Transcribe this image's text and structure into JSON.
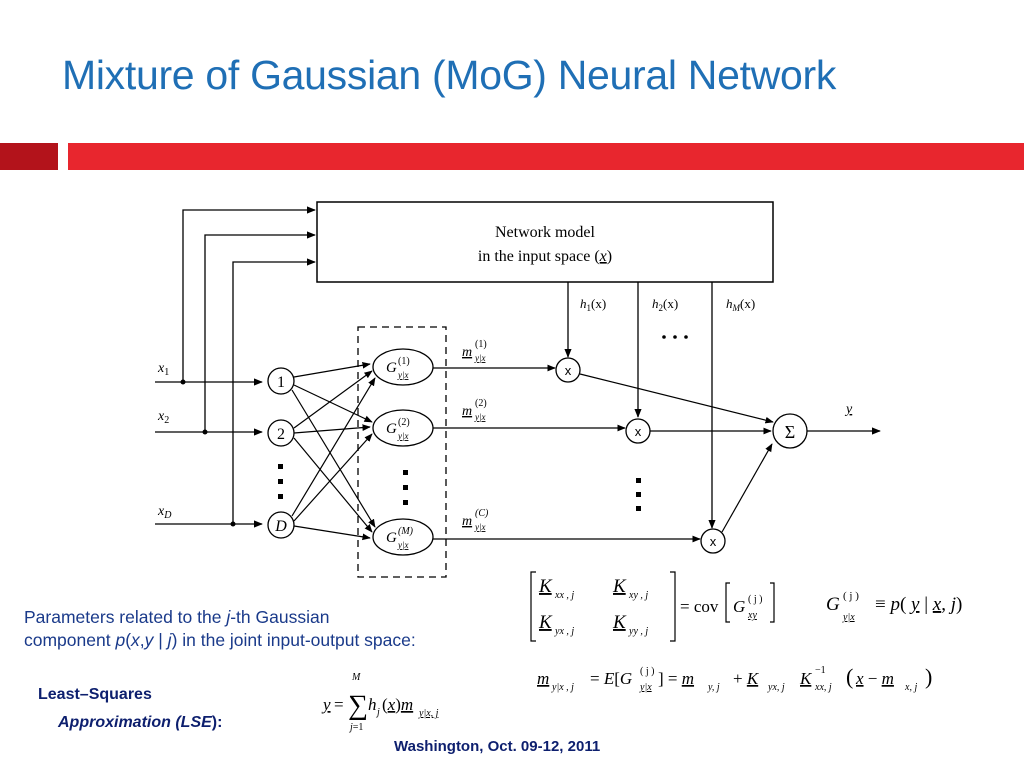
{
  "title": "Mixture of Gaussian (MoG) Neural Network",
  "diagram": {
    "network_model_line1": "Network model",
    "network_model_line2": "in the input space (",
    "network_model_x": "x",
    "network_model_close": ")",
    "h1": "h",
    "h1_sub": "1",
    "h2_sub": "2",
    "hM_sub": "M",
    "hx": "(x)",
    "inputs": [
      {
        "label": "x",
        "sub": "1"
      },
      {
        "label": "x",
        "sub": "2"
      },
      {
        "label": "x",
        "sub": "D"
      }
    ],
    "nodes": [
      "1",
      "2",
      "D"
    ],
    "gaussians": [
      {
        "sup": "(1)"
      },
      {
        "sup": "(2)"
      },
      {
        "sup": "(M)"
      }
    ],
    "means": [
      {
        "sup": "(1)"
      },
      {
        "sup": "(2)"
      },
      {
        "sup": "(C)"
      }
    ],
    "multiply": "x",
    "sum": "Σ",
    "output": "y"
  },
  "params_text_1a": "Parameters related to the ",
  "params_text_1b": "j",
  "params_text_1c": "-th Gaussian",
  "params_text_2a": "component ",
  "params_text_2b": "p",
  "params_text_2c": "(",
  "params_text_2d": "x",
  "params_text_2e": ",",
  "params_text_2f": "y",
  "params_text_2g": " | ",
  "params_text_2h": "j",
  "params_text_2i": ") in the joint input-output space:",
  "lse_line1": "Least–Squares",
  "lse_line2a": "Approximation (",
  "lse_line2b": "LSE",
  "lse_line2c": "):",
  "footer": "Washington, Oct. 09-12, 2011",
  "colors": {
    "title": "#1f6fb5",
    "bar_dark": "#b3131b",
    "bar_main": "#e8262e",
    "text_blue": "#1a3a8a"
  }
}
